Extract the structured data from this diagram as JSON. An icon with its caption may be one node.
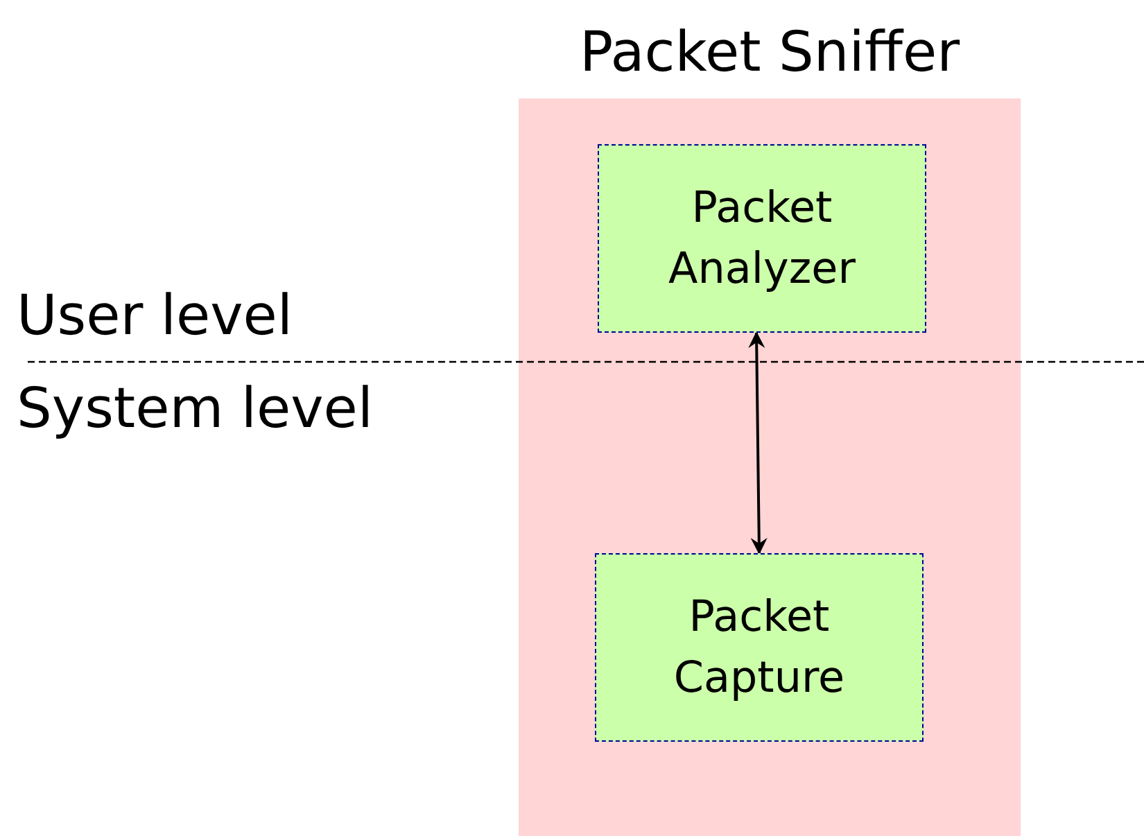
{
  "diagram": {
    "nodes": [
      {
        "text": [
          "Packet Sniffer"
        ]
      },
      {
        "text": [
          "Packet Analyzer"
        ],
        "in": 0
      },
      {
        "text": [
          "Packet Capture"
        ],
        "in": 0
      }
    ],
    "edges": [
      {
        "from": 1,
        "to": 2,
        "arrow": "both"
      }
    ],
    "labels": [
      "User level",
      "System level"
    ]
  }
}
